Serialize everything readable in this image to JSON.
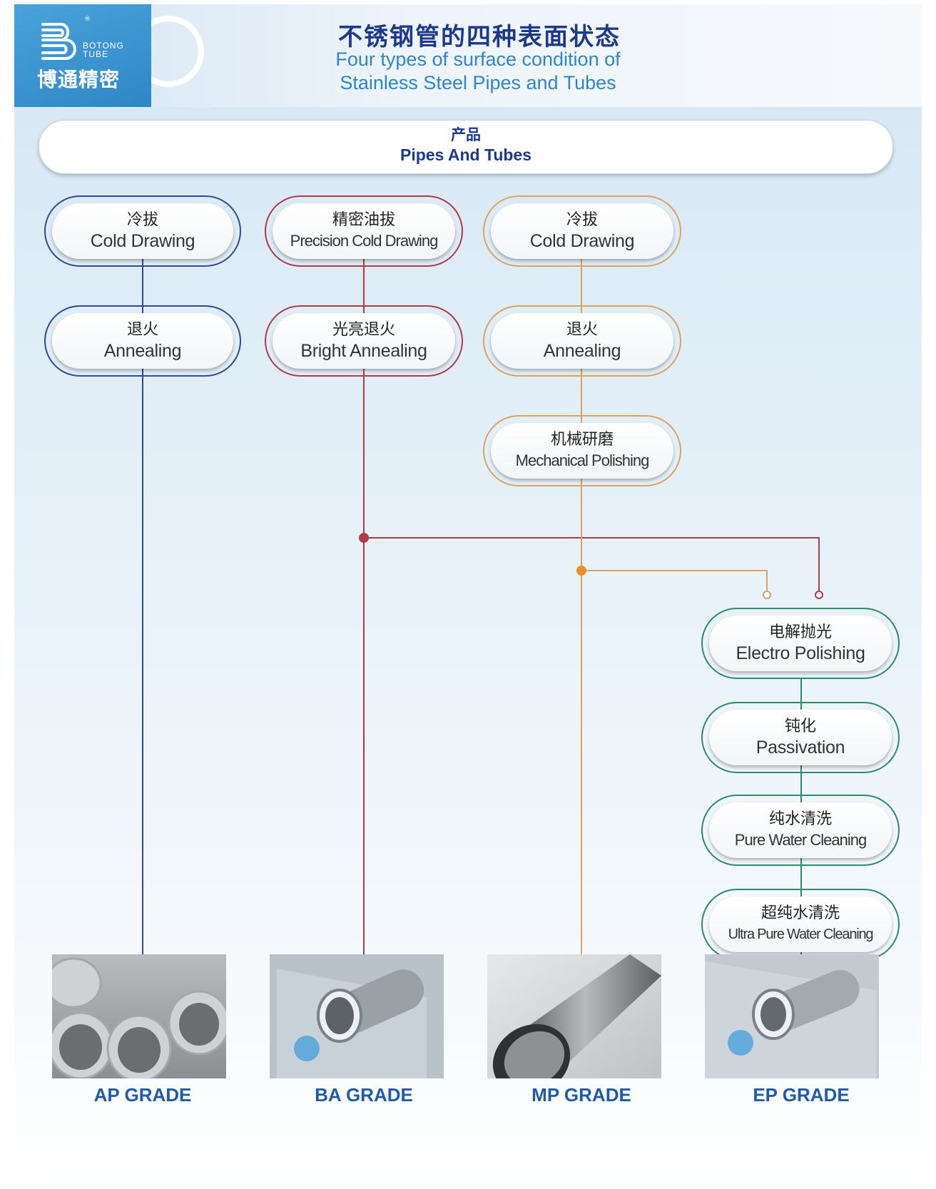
{
  "header": {
    "logo_en_1": "BOTONG",
    "logo_en_2": "TUBE",
    "logo_cn": "博通精密",
    "logo_reg": "®",
    "title_cn": "不锈钢管的四种表面状态",
    "title_en_line1": "Four types of surface condition of",
    "title_en_line2": "Stainless Steel Pipes and Tubes"
  },
  "product": {
    "cn": "产品",
    "en": "Pipes And Tubes"
  },
  "colors": {
    "ap": "#2e4a9a",
    "ba": "#b13a46",
    "mp": "#d9a463",
    "ep": "#2d8c67",
    "grade_text": "#1f5ba8",
    "title": "#1d3a8a"
  },
  "nodes": {
    "ap_cold": {
      "cn": "冷拔",
      "en": "Cold Drawing"
    },
    "ap_anneal": {
      "cn": "退火",
      "en": "Annealing"
    },
    "ba_precision": {
      "cn": "精密油拔",
      "en": "Precision Cold Drawing"
    },
    "ba_bright": {
      "cn": "光亮退火",
      "en": "Bright Annealing"
    },
    "mp_cold": {
      "cn": "冷拔",
      "en": "Cold Drawing"
    },
    "mp_anneal": {
      "cn": "退火",
      "en": "Annealing"
    },
    "mp_polish": {
      "cn": "机械研磨",
      "en": "Mechanical Polishing"
    },
    "ep_electro": {
      "cn": "电解抛光",
      "en": "Electro Polishing"
    },
    "ep_passiv": {
      "cn": "钝化",
      "en": "Passivation"
    },
    "ep_pure": {
      "cn": "纯水清洗",
      "en": "Pure Water Cleaning"
    },
    "ep_ultra": {
      "cn": "超纯水清洗",
      "en": "Ultra Pure Water Cleaning"
    }
  },
  "grades": {
    "ap": "AP GRADE",
    "ba": "BA GRADE",
    "mp": "MP GRADE",
    "ep": "EP GRADE"
  }
}
